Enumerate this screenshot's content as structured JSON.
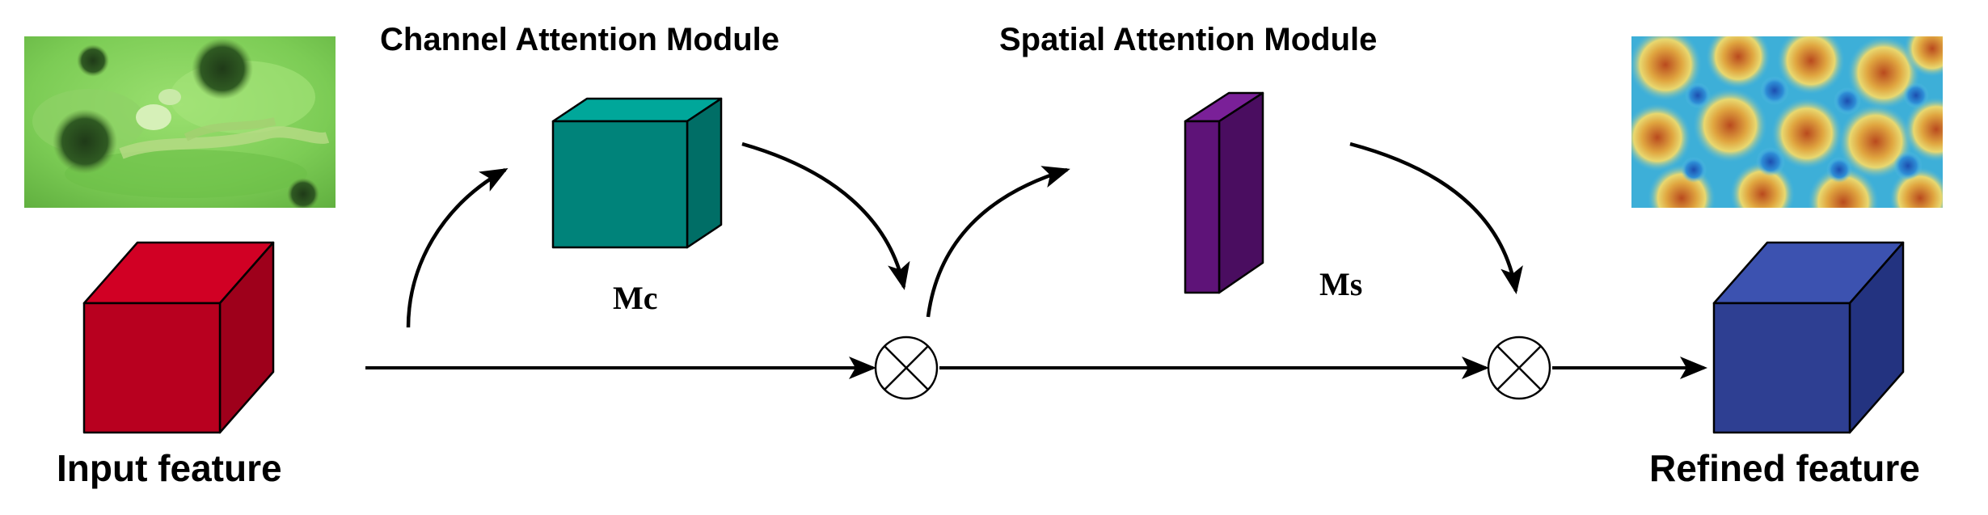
{
  "labels": {
    "input_feature": "Input feature",
    "refined_feature": "Refined feature",
    "channel_module": "Channel Attention Module",
    "spatial_module": "Spatial Attention Module",
    "mc": "Mc",
    "ms": "Ms"
  },
  "colors": {
    "input_cube": "#B8001F",
    "channel_cube": "#00837A",
    "spatial_cube": "#5E1378",
    "refined_cube": "#2E3F92",
    "underwater_photo": "#7FD65A",
    "heatmap_warm": "#C8702A",
    "heatmap_cool": "#3FB6E0"
  },
  "icons": {
    "multiply_op": "circled-times-icon"
  }
}
